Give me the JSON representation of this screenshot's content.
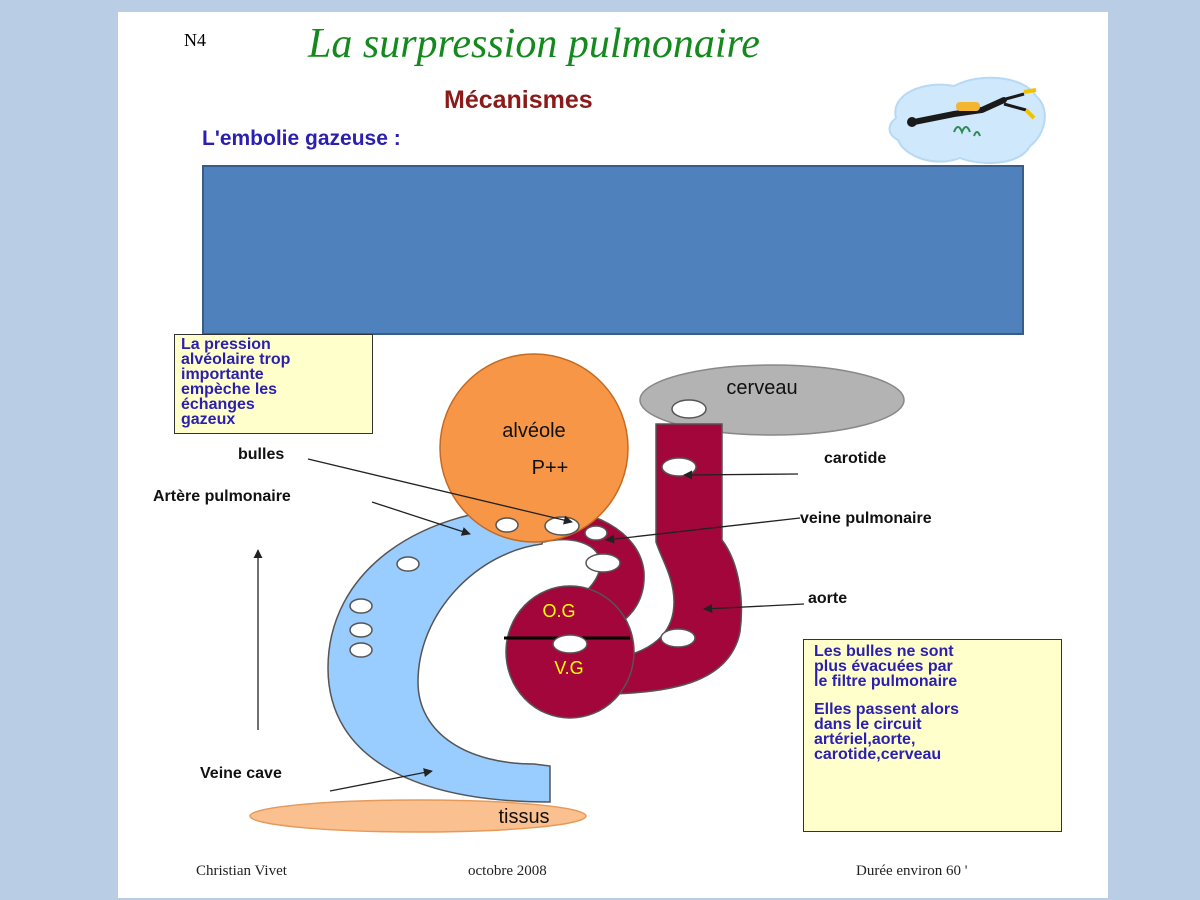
{
  "header": {
    "code": "N4",
    "title": "La surpression pulmonaire",
    "subtitle": "Mécanismes",
    "heading": "L'embolie gazeuse :"
  },
  "note_left": {
    "lines": [
      "La pression",
      "alvéolaire trop",
      "importante",
      "empèche les",
      "échanges",
      "gazeux"
    ]
  },
  "note_right": {
    "paragraph1": [
      "Les bulles ne sont",
      "plus évacuées par",
      "le filtre pulmonaire"
    ],
    "paragraph2": [
      "Elles passent alors",
      "dans le circuit",
      "artériel,aorte,",
      "carotide,cerveau"
    ]
  },
  "diagram": {
    "alveole": "alvéole",
    "pressure": "P++",
    "cerveau": "cerveau",
    "tissus": "tissus",
    "og": "O.G",
    "vg": "V.G",
    "labels": {
      "bulles": "bulles",
      "artere_pulmonaire": "Artère pulmonaire",
      "carotide": "carotide",
      "veine_pulmonaire": "veine pulmonaire",
      "aorte": "aorte",
      "veine_cave": "Veine cave"
    },
    "colors": {
      "alveole": "#f79646",
      "cerveau": "#b3b3b3",
      "artery_red": "#a3063a",
      "vein_blue": "#99ccff",
      "tissus": "#fac090",
      "chamber_text": "#ffff00"
    }
  },
  "footer": {
    "author": "Christian Vivet",
    "date": "octobre 2008",
    "duration": "Durée environ 60 '"
  }
}
